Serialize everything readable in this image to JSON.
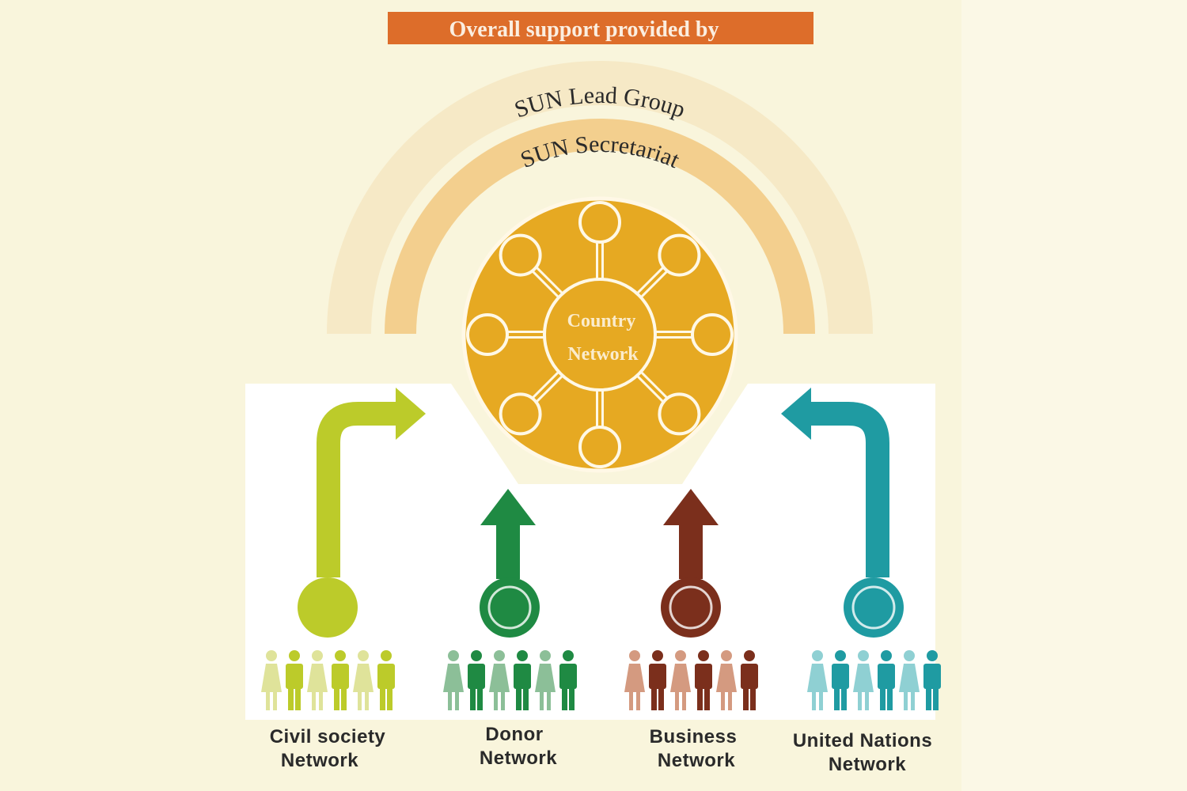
{
  "header": {
    "title": "Overall support provided by"
  },
  "arcs": {
    "outer": "SUN Lead Group",
    "inner": "SUN Secretariat"
  },
  "center": {
    "line1": "Country",
    "line2": "Network"
  },
  "networks": [
    {
      "line1": "Civil society",
      "line2": "Network",
      "icon": "people-group-icon",
      "dark": "#bccb2a",
      "light": "#dfe39a"
    },
    {
      "line1": "Donor",
      "line2": "Network",
      "icon": "coins-icon",
      "dark": "#1f8a43",
      "light": "#8cbf98"
    },
    {
      "line1": "Business",
      "line2": "Network",
      "icon": "handshake-icon",
      "dark": "#7b2f1c",
      "light": "#d49a80"
    },
    {
      "line1": "United Nations",
      "line2": "Network",
      "icon": "un-emblem-icon",
      "dark": "#1f9ba2",
      "light": "#8fd0d3"
    }
  ],
  "colors": {
    "banner": "#dd6d2a",
    "background": "#f9f5dc",
    "circle": "#e6a922",
    "outer_arc": "#f6e8c4",
    "inner_arc": "#f3cf8e"
  }
}
